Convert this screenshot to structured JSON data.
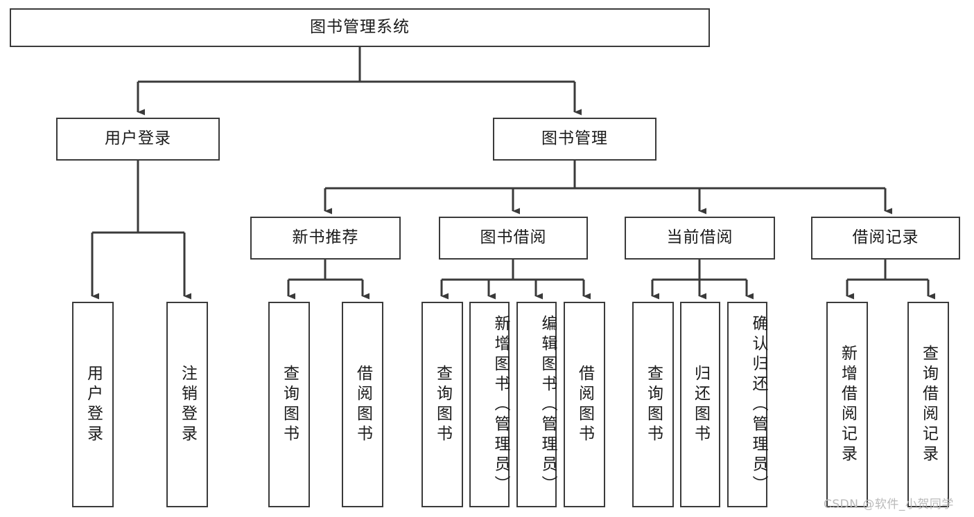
{
  "diagram": {
    "title": "图书管理系统",
    "type": "functional-structure-tree",
    "root": {
      "label": "图书管理系统"
    },
    "level2": [
      {
        "label": "用户登录"
      },
      {
        "label": "图书管理"
      }
    ],
    "level3": [
      {
        "label": "新书推荐"
      },
      {
        "label": "图书借阅"
      },
      {
        "label": "当前借阅"
      },
      {
        "label": "借阅记录"
      }
    ],
    "leaves": {
      "user_login": [
        {
          "label": "用户登录"
        },
        {
          "label": "注销登录"
        }
      ],
      "new_book_recommend": [
        {
          "label": "查询图书"
        },
        {
          "label": "借阅图书"
        }
      ],
      "book_borrow": [
        {
          "label": "查询图书"
        },
        {
          "label": "新增图书（管理员）"
        },
        {
          "label": "编辑图书（管理员）"
        },
        {
          "label": "借阅图书"
        }
      ],
      "current_borrow": [
        {
          "label": "查询图书"
        },
        {
          "label": "归还图书"
        },
        {
          "label": "确认归还（管理员）"
        }
      ],
      "borrow_records": [
        {
          "label": "新增借阅记录"
        },
        {
          "label": "查询借阅记录"
        }
      ]
    }
  },
  "watermark": {
    "text": "CSDN @软件_小贺同学"
  },
  "colors": {
    "box_border": "#3a3a3a",
    "line": "#3a3a3a",
    "background": "#ffffff",
    "text": "#1a1a1a",
    "watermark": "#b9b9b9"
  }
}
